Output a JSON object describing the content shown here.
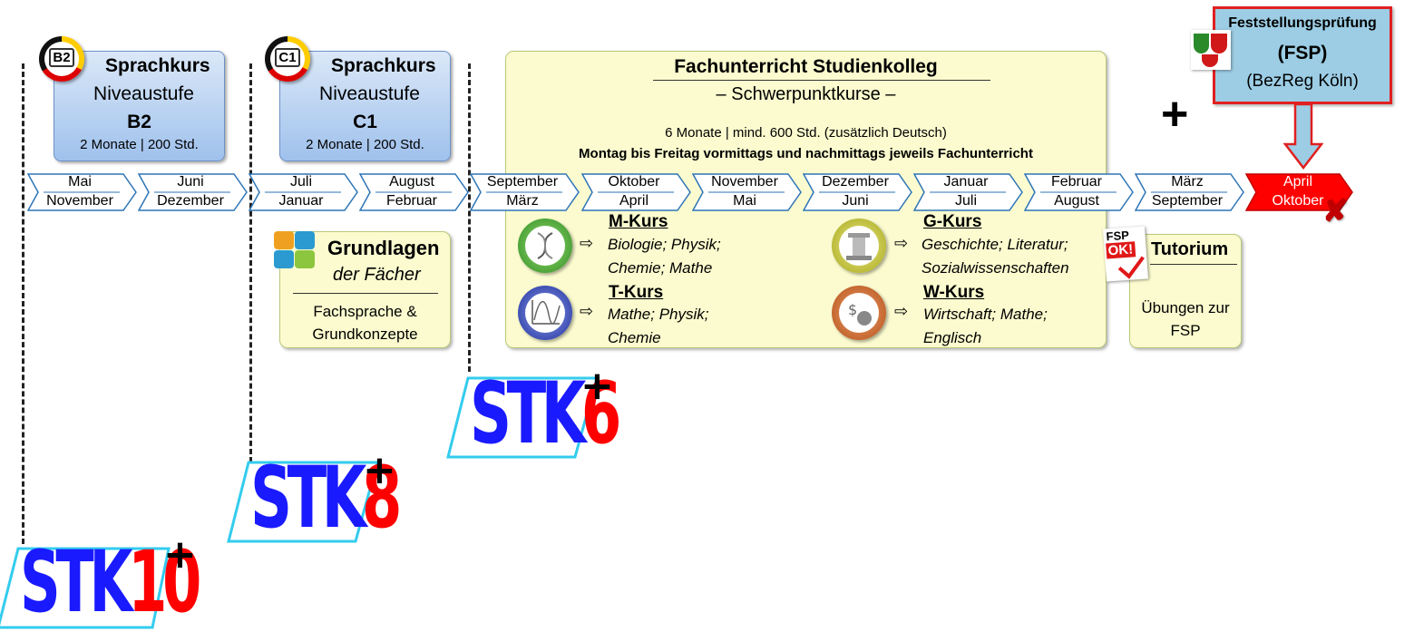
{
  "sprachkurs_b2": {
    "badge": "B2",
    "title": "Sprachkurs",
    "subtitle": "Niveaustufe",
    "level": "B2",
    "duration": "2 Monate | 200 Std."
  },
  "sprachkurs_c1": {
    "badge": "C1",
    "title": "Sprachkurs",
    "subtitle": "Niveaustufe",
    "level": "C1",
    "duration": "2 Monate | 200 Std."
  },
  "fachunterricht": {
    "title": "Fachunterricht Studienkolleg",
    "subtitle": "– Schwerpunktkurse –",
    "info1": "6 Monate | mind. 600 Std. (zusätzlich Deutsch)",
    "info2": "Montag bis Freitag vormittags und nachmittags jeweils Fachunterricht",
    "kurse": [
      {
        "name": "M-Kurs",
        "line1": "Biologie; Physik;",
        "line2": "Chemie; Mathe",
        "icon": "dna-icon",
        "color": "#2e8b1e"
      },
      {
        "name": "T-Kurs",
        "line1": "Mathe; Physik;",
        "line2": "Chemie",
        "icon": "graph-icon",
        "color": "#1f2f9a"
      },
      {
        "name": "G-Kurs",
        "line1": "Geschichte; Literatur;",
        "line2": "Sozialwissenschaften",
        "icon": "column-icon",
        "color": "#a5a51a"
      },
      {
        "name": "W-Kurs",
        "line1": "Wirtschaft; Mathe;",
        "line2": "Englisch",
        "icon": "money-icon",
        "color": "#b3501a"
      }
    ]
  },
  "fsp": {
    "title": "Feststellungsprüfung",
    "abbr": "(FSP)",
    "authority": "(BezReg Köln)",
    "icon": "nrw-coat-of-arms-icon"
  },
  "plus": "+",
  "timeline": [
    {
      "m1": "Mai",
      "m2": "November"
    },
    {
      "m1": "Juni",
      "m2": "Dezember"
    },
    {
      "m1": "Juli",
      "m2": "Januar"
    },
    {
      "m1": "August",
      "m2": "Februar"
    },
    {
      "m1": "September",
      "m2": "März"
    },
    {
      "m1": "Oktober",
      "m2": "April"
    },
    {
      "m1": "November",
      "m2": "Mai"
    },
    {
      "m1": "Dezember",
      "m2": "Juni"
    },
    {
      "m1": "Januar",
      "m2": "Juli"
    },
    {
      "m1": "Februar",
      "m2": "August"
    },
    {
      "m1": "März",
      "m2": "September"
    },
    {
      "m1": "April",
      "m2": "Oktober"
    }
  ],
  "timeline_colors": {
    "normal_border": "#2e75b6",
    "final_fill": "#ff0000",
    "final_border": "#c00000"
  },
  "grundlagen": {
    "title": "Grundlagen",
    "subtitle": "der Fächer",
    "line1": "Fachsprache &",
    "line2": "Grundkonzepte",
    "icon": "puzzle-icon"
  },
  "tutorium": {
    "title": "Tutorium",
    "line1": "Übungen zur",
    "line2": "FSP",
    "icon_top": "FSP",
    "icon_bottom": "OK!"
  },
  "stk_logos": [
    {
      "prefix": "STK",
      "number": "6",
      "plus": "+"
    },
    {
      "prefix": "STK",
      "number": "8",
      "plus": "+"
    },
    {
      "prefix": "STK",
      "number": "10",
      "plus": "+"
    }
  ],
  "colors": {
    "stk_blue": "#1a1aff",
    "stk_red": "#ff0000",
    "stk_frame": "#33ccee"
  }
}
